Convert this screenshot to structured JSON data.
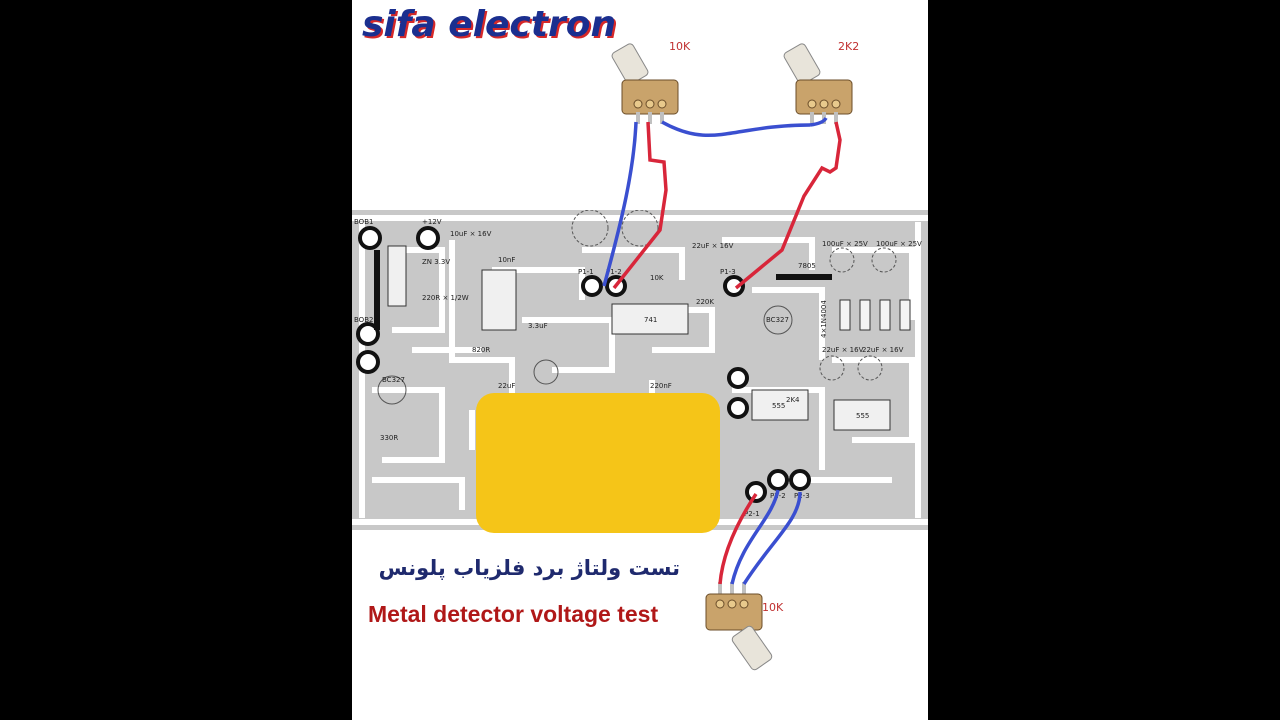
{
  "brand": "sifa electron",
  "pots": {
    "top_left": "10K",
    "top_right": "2K2",
    "bottom": "10K"
  },
  "titles": {
    "persian": "تست ولتاژ برد فلزیاب پلونس",
    "english": "Metal detector voltage test"
  },
  "pcb_labels": {
    "p1_1": "P1-1",
    "p1_2": "P1-2",
    "p1_3": "P1-3",
    "p2_1": "P2-1",
    "p2_2": "P2-2",
    "p2_3": "P2-3",
    "ic_741": "741",
    "ic_555": "555",
    "ic_555b": "555",
    "reg_7805": "7805",
    "tr_bc327": "BC327",
    "tr_bc327b": "BC327",
    "cap_10uf": "10uF × 16V",
    "cap_22uf": "22uF × 16V",
    "cap_100uf_a": "100uF × 25V",
    "cap_100uf_b": "100uF × 25V",
    "cap_22uf_b": "22uF × 16V",
    "cap_22uf_c": "22uF × 16V",
    "plus12": "+12V",
    "zener": "ZN 3.3V",
    "res_220r": "220R × 1/2W",
    "res_820r": "820R",
    "res_330r": "330R",
    "res_220k": "220K",
    "res_10k": "10K",
    "res_2k4": "2K4",
    "diodes": "4×1N4004",
    "cap_220n": "220nF",
    "cap_10nf": "10nF",
    "cap_33uf": "3.3uF",
    "cap_22uf_s": "22uF",
    "bob1": "BOB1",
    "bob2": "BOB2"
  },
  "colors": {
    "panel_bg": "#ffffff",
    "pcb_board": "#c8c8c8",
    "pcb_track": "#ffffff",
    "overlay": "#f5c518",
    "wire_blue": "#3a4fd0",
    "wire_red": "#d8263a",
    "brand_blue": "#1b2f8f",
    "brand_shadow": "#d62828"
  }
}
